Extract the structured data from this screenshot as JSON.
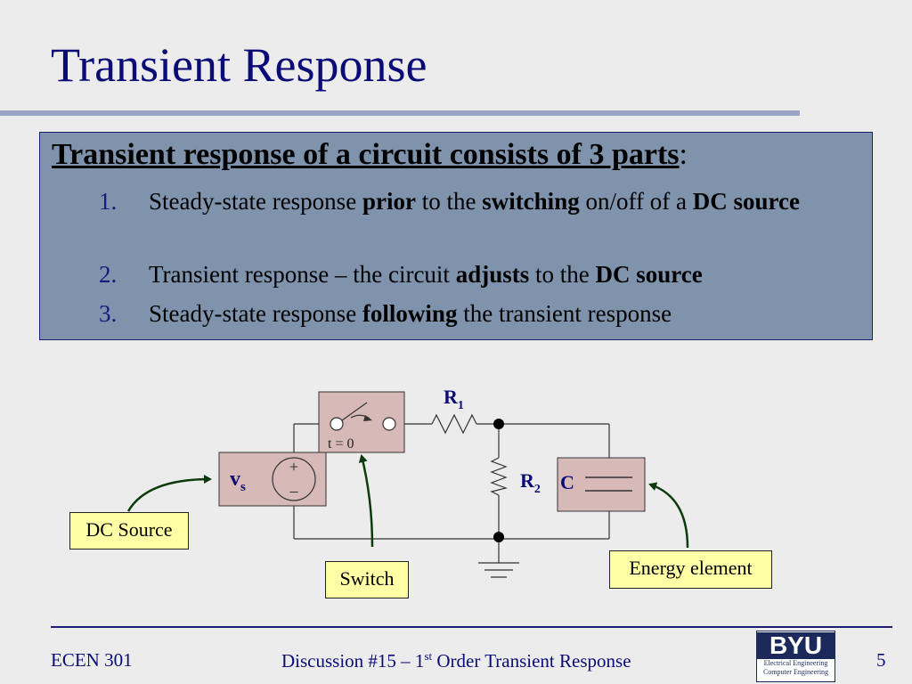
{
  "title": "Transient Response",
  "box": {
    "heading": "Transient response of a circuit consists of 3 parts",
    "heading_colon": ":",
    "items": [
      {
        "num": "1.",
        "parts": [
          [
            "Steady-state response ",
            false
          ],
          [
            "prior",
            true
          ],
          [
            " to the ",
            false
          ],
          [
            "switching",
            true
          ],
          [
            " on/off of a ",
            false
          ],
          [
            "DC source",
            true
          ]
        ]
      },
      {
        "num": "2.",
        "parts": [
          [
            "Transient response – the circuit ",
            false
          ],
          [
            "adjusts",
            true
          ],
          [
            " to the ",
            false
          ],
          [
            "DC source",
            true
          ]
        ]
      },
      {
        "num": "3.",
        "parts": [
          [
            "Steady-state response ",
            false
          ],
          [
            "following",
            true
          ],
          [
            " the transient response",
            false
          ]
        ]
      }
    ]
  },
  "circuit": {
    "r1": "R",
    "r1_sub": "1",
    "r2": "R",
    "r2_sub": "2",
    "vs": "v",
    "vs_sub": "s",
    "plus": "+",
    "minus": "–",
    "c": "C",
    "switch_time": "t = 0"
  },
  "labels": {
    "dc_source": "DC Source",
    "switch": "Switch",
    "energy": "Energy element"
  },
  "footer": {
    "course": "ECEN 301",
    "center_pre": "Discussion #15 – 1",
    "center_sup": "st",
    "center_post": " Order Transient Response",
    "page": "5",
    "logo_main": "BYU",
    "logo_line1": "Electrical Engineering",
    "logo_line2": "Computer Engineering"
  },
  "colors": {
    "title": "#0b0b78",
    "box_bg": "#7f93ad",
    "component_fill": "#d7b9b7",
    "callout_bg": "#ffffa6",
    "arrow": "#0d3a0d"
  }
}
